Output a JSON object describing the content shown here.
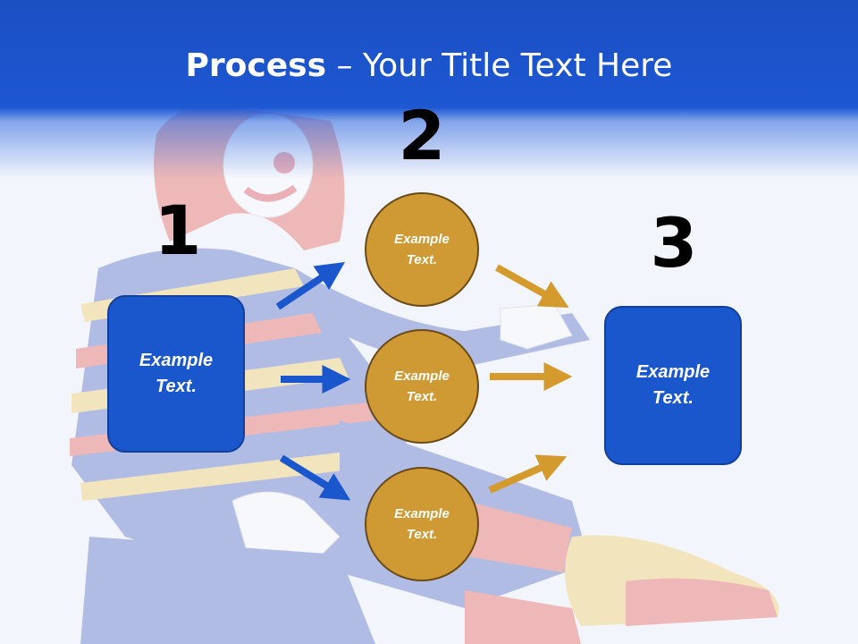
{
  "title": {
    "bold": "Process",
    "rest": " – Your Title Text Here"
  },
  "steps": {
    "one": "1",
    "two": "2",
    "three": "3"
  },
  "boxes": {
    "left": "Example\nText.",
    "right": "Example\nText."
  },
  "circles": {
    "top": "Example\nText.",
    "middle": "Example\nText.",
    "bottom": "Example\nText."
  },
  "colors": {
    "header": "#1b4fc4",
    "box": "#1a56cc",
    "circle": "#cf9a34",
    "arrow_blue": "#1a56cc",
    "arrow_gold": "#d49a2e"
  },
  "background_image": "clown-photo"
}
